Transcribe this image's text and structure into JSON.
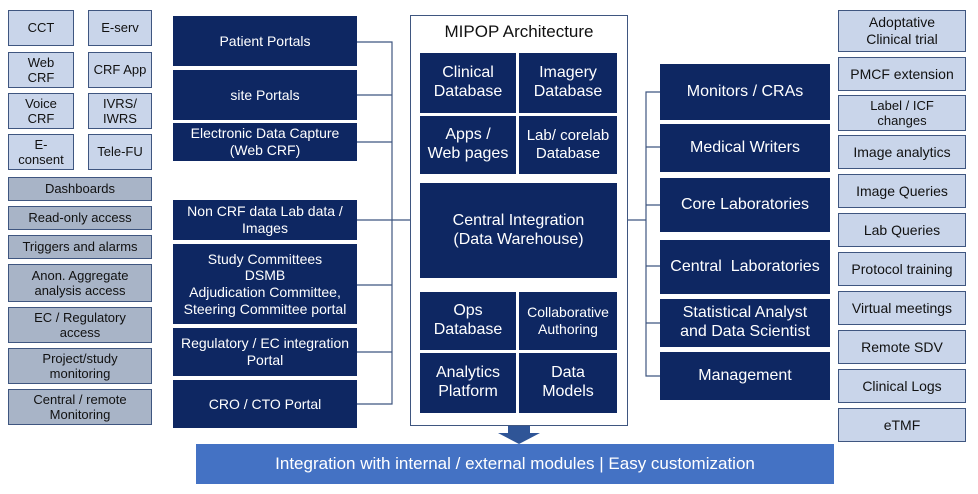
{
  "title": "MIPOP Architecture",
  "left_top": [
    {
      "label": "CCT"
    },
    {
      "label": "E-serv"
    },
    {
      "label": "Web\nCRF"
    },
    {
      "label": "CRF App"
    },
    {
      "label": "Voice\nCRF"
    },
    {
      "label": "IVRS/\nIWRS"
    },
    {
      "label": "E-\nconsent"
    },
    {
      "label": "Tele-FU"
    }
  ],
  "left_features": [
    {
      "label": "Dashboards"
    },
    {
      "label": "Read-only access"
    },
    {
      "label": "Triggers and alarms"
    },
    {
      "label": "Anon. Aggregate\nanalysis access"
    },
    {
      "label": "EC / Regulatory\naccess"
    },
    {
      "label": "Project/study\nmonitoring"
    },
    {
      "label": "Central / remote\nMonitoring"
    }
  ],
  "portals_top": [
    {
      "label": "Patient Portals"
    },
    {
      "label": "site Portals"
    },
    {
      "label": "Electronic Data Capture\n(Web CRF)"
    }
  ],
  "portals_bottom": [
    {
      "label": "Non CRF data Lab data /\nImages"
    },
    {
      "label": "Study Committees\nDSMB\nAdjudication Committee,\nSteering Committee portal"
    },
    {
      "label": "Regulatory / EC integration\nPortal"
    },
    {
      "label": "CRO / CTO Portal"
    }
  ],
  "center": {
    "clinical_db": "Clinical\nDatabase",
    "imagery_db": "Imagery\nDatabase",
    "apps": "Apps /\nWeb pages",
    "lab_db": "Lab/ corelab\nDatabase",
    "integration": "Central Integration\n(Data Warehouse)",
    "ops_db": "Ops\nDatabase",
    "collab": "Collaborative\nAuthoring",
    "analytics": "Analytics\nPlatform",
    "models": "Data\nModels"
  },
  "roles": [
    {
      "label": "Monitors / CRAs"
    },
    {
      "label": "Medical Writers"
    },
    {
      "label": "Core Laboratories"
    },
    {
      "label": "Central  Laboratories"
    },
    {
      "label": "Statistical Analyst\nand Data Scientist"
    },
    {
      "label": "Management"
    }
  ],
  "right_features": [
    {
      "label": "Adoptative\nClinical trial"
    },
    {
      "label": "PMCF extension"
    },
    {
      "label": "Label / ICF\nchanges"
    },
    {
      "label": "Image analytics"
    },
    {
      "label": "Image Queries"
    },
    {
      "label": "Lab Queries"
    },
    {
      "label": "Protocol training"
    },
    {
      "label": "Virtual meetings"
    },
    {
      "label": "Remote SDV"
    },
    {
      "label": "Clinical Logs"
    },
    {
      "label": "eTMF"
    }
  ],
  "bottom_bar": "Integration with internal / external modules | Easy customization",
  "colors": {
    "dark_navy": "#0e2762",
    "light_blue": "#c9d5ea",
    "gray_blue": "#a8b4c7",
    "bar_blue": "#4472c4"
  }
}
